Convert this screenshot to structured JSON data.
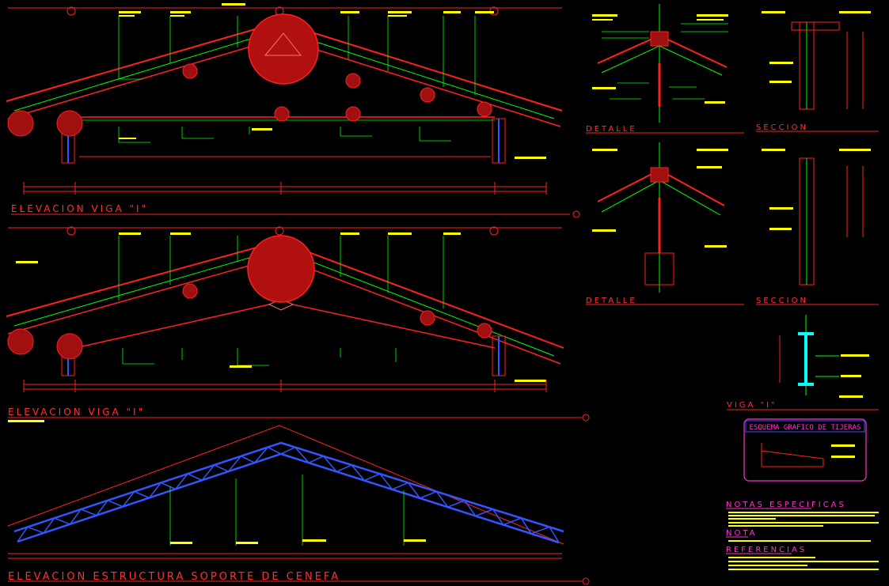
{
  "titles": {
    "elev1": "ELEVACION VIGA \"I\"",
    "elev2": "ELEVACION VIGA \"I\"",
    "elev3": "ELEVACION ESTRUCTURA SOPORTE DE CENEFA",
    "detalle1": "DETALLE",
    "seccion1": "SECCION",
    "detalle2": "DETALLE",
    "seccion2": "SECCION",
    "viga": "VIGA \"I\"",
    "esquema": "ESQUEMA GRAFICO DE TIJERAS",
    "notas_especificas": "NOTAS ESPECIFICAS",
    "nota": "NOTA",
    "referencias": "REFERENCIAS"
  },
  "colors": {
    "background": "#000000",
    "line_red": "#ff2020",
    "line_green": "#00ff00",
    "line_yellow": "#ffff00",
    "line_blue": "#3355ff",
    "line_cyan": "#00ffff",
    "line_magenta": "#ff33cc",
    "line_white": "#ffffff"
  }
}
